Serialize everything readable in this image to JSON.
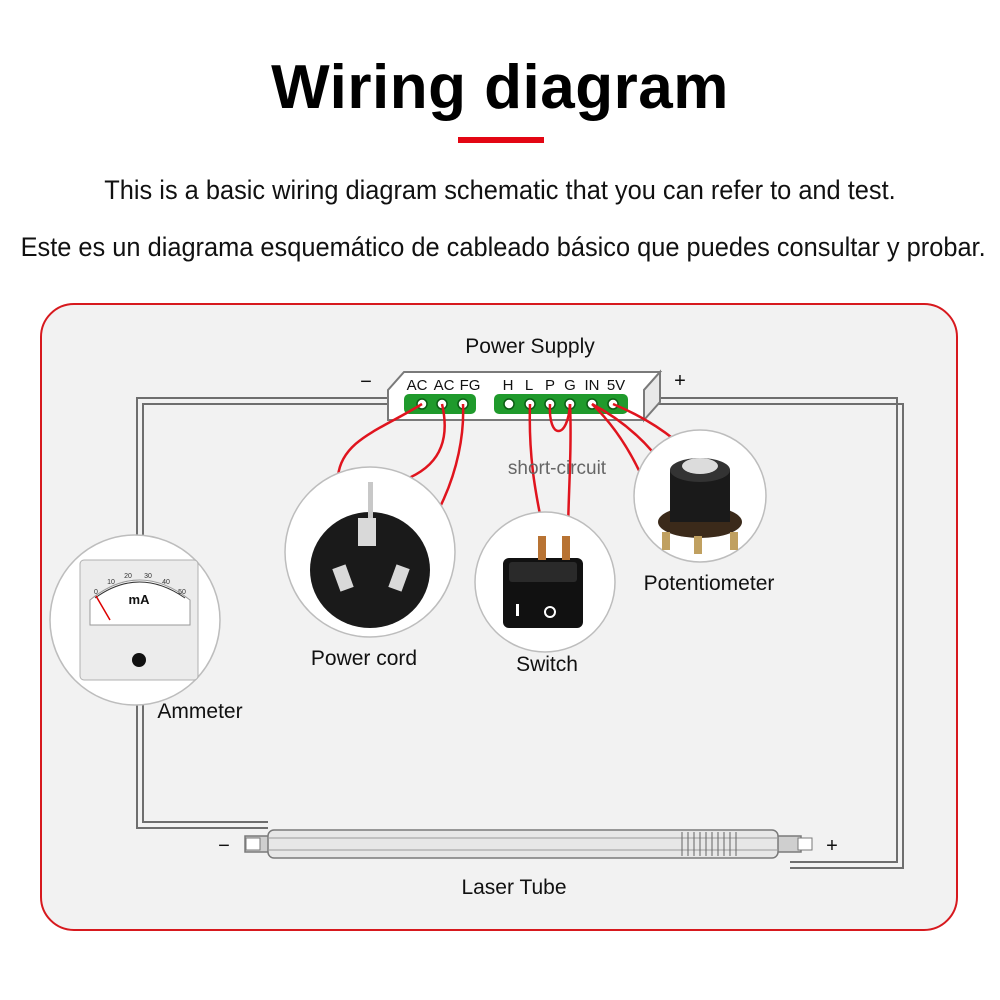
{
  "title": "Wiring diagram",
  "description_en": "This is a basic wiring diagram schematic that you can refer to and test.",
  "description_es": "Este es un diagrama esquemático de cableado básico que puedes consultar y probar.",
  "colors": {
    "accent": "#e30613",
    "wire": "#e0141e",
    "frame": "#d7191e",
    "terminal": "#1f9a2c"
  },
  "power_supply": {
    "label": "Power Supply",
    "minus": "−",
    "plus": "+",
    "terminals_ac": [
      "AC",
      "AC",
      "FG"
    ],
    "terminals_dc": [
      "H",
      "L",
      "P",
      "G",
      "IN",
      "5V"
    ]
  },
  "short_circuit_label": "short-circuit",
  "components": {
    "power_cord": "Power cord",
    "switch": "Switch",
    "potentiometer": "Potentiometer",
    "ammeter": "Ammeter",
    "laser_tube": "Laser Tube"
  },
  "ammeter_face": {
    "unit": "mA",
    "scale": [
      "0",
      "10",
      "20",
      "30",
      "40",
      "50"
    ]
  },
  "laser_tube": {
    "minus": "−",
    "plus": "+"
  }
}
